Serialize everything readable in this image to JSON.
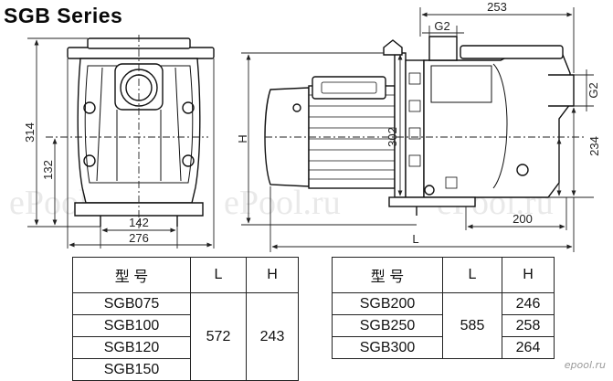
{
  "title": "SGB Series",
  "watermark": "ePool.ru",
  "brand_mark": "epool.ru",
  "front_view": {
    "dim_height": "314",
    "dim_inlet_height": "132",
    "dim_base_width": "142",
    "dim_total_width": "276"
  },
  "side_view": {
    "dim_top_length": "253",
    "dim_inlet_thread": "G2",
    "dim_outlet_thread": "G2",
    "dim_height_var": "H",
    "dim_motor_height": "302",
    "dim_outlet_height": "234",
    "dim_base_length": "200",
    "dim_length_var": "L"
  },
  "table_a": {
    "headers": [
      "型 号",
      "L",
      "H"
    ],
    "models": [
      "SGB075",
      "SGB100",
      "SGB120",
      "SGB150"
    ],
    "L": "572",
    "H": "243"
  },
  "table_b": {
    "headers": [
      "型 号",
      "L",
      "H"
    ],
    "models": [
      "SGB200",
      "SGB250",
      "SGB300"
    ],
    "L": "585",
    "H": [
      "246",
      "258",
      "264"
    ]
  }
}
